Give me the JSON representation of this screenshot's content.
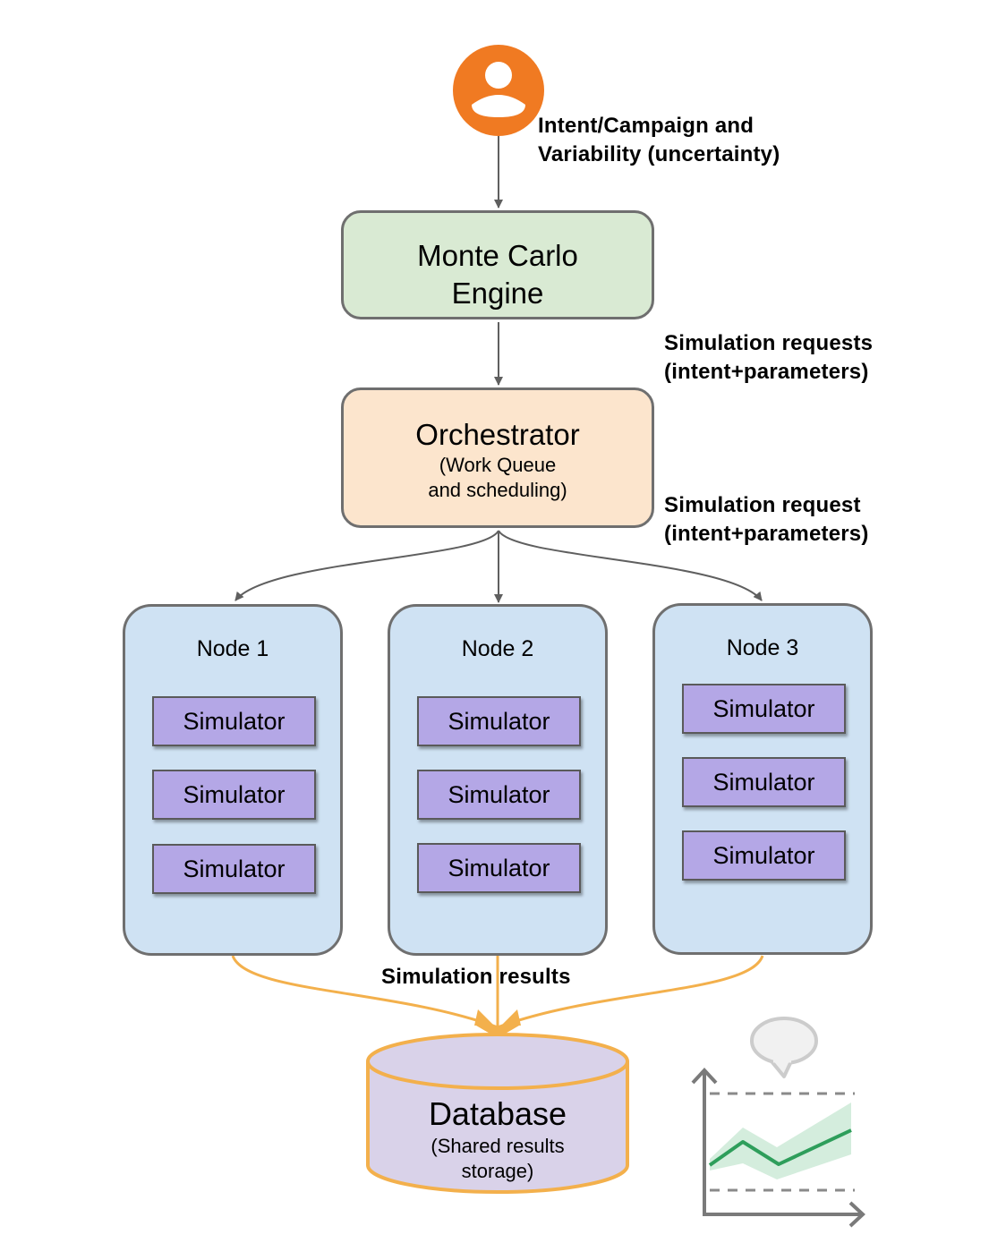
{
  "labels": {
    "intent_line1": "Intent/Campaign and",
    "intent_line2": "Variability (uncertainty)",
    "requests_line1": "Simulation requests",
    "requests_line2": "(intent+parameters)",
    "request_line1": "Simulation request",
    "request_line2": "(intent+parameters)",
    "results": "Simulation results"
  },
  "engine": {
    "line1": "Monte Carlo",
    "line2": "Engine"
  },
  "orchestrator": {
    "title": "Orchestrator",
    "sub1": "(Work Queue",
    "sub2": "and scheduling)"
  },
  "nodes": [
    {
      "title": "Node 1",
      "simulators": [
        "Simulator",
        "Simulator",
        "Simulator"
      ]
    },
    {
      "title": "Node 2",
      "simulators": [
        "Simulator",
        "Simulator",
        "Simulator"
      ]
    },
    {
      "title": "Node 3",
      "simulators": [
        "Simulator",
        "Simulator",
        "Simulator"
      ]
    }
  ],
  "database": {
    "title": "Database",
    "sub1": "(Shared results",
    "sub2": "storage)"
  },
  "icons": {
    "user": "user-avatar-icon",
    "chart": "uncertainty-line-chart-icon",
    "comment": "speech-bubble-icon"
  },
  "colors": {
    "user": "#f07a22",
    "engine": "#d9ead3",
    "orchestrator": "#fce5cd",
    "node": "#cfe2f3",
    "simulator": "#b4a7e6",
    "database": "#d9d2e9",
    "results_arrow": "#f3b04c",
    "chart_line": "#2e9e5b",
    "chart_band": "#d4eddd"
  }
}
